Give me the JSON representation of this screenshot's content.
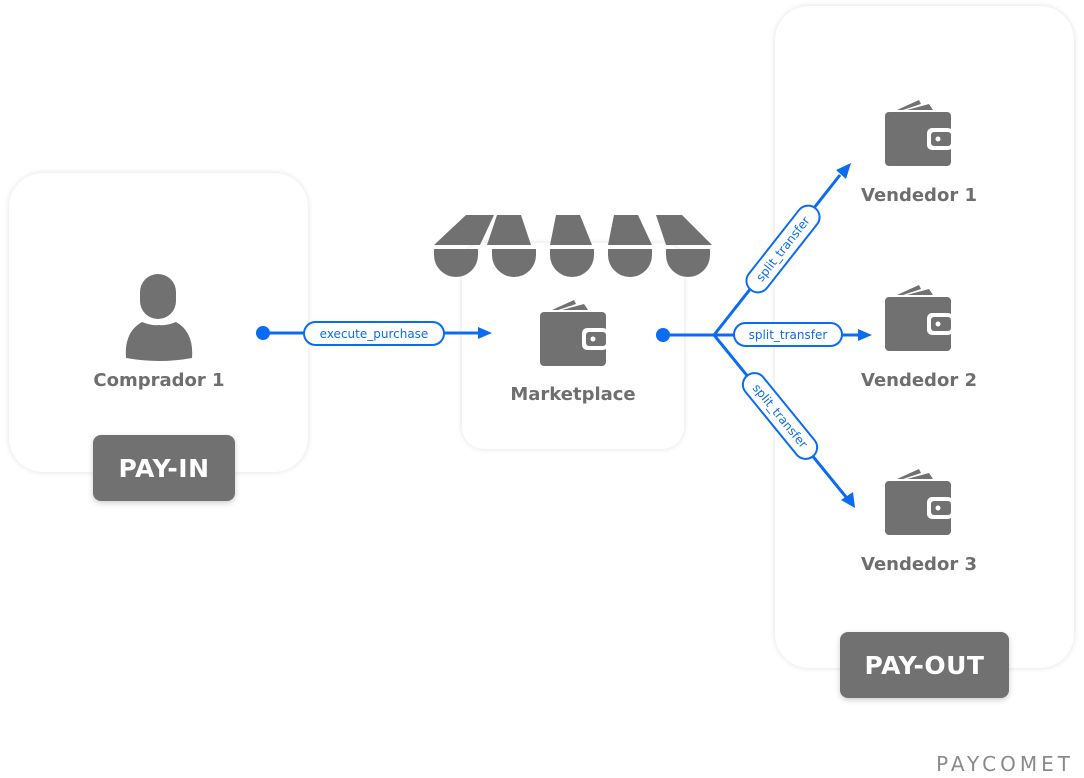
{
  "nodes": {
    "buyer": {
      "label": "Comprador 1",
      "icon": "user-icon"
    },
    "marketplace": {
      "label": "Marketplace",
      "icon": "wallet-icon"
    },
    "sellers": [
      {
        "label": "Vendedor 1",
        "icon": "wallet-icon"
      },
      {
        "label": "Vendedor 2",
        "icon": "wallet-icon"
      },
      {
        "label": "Vendedor 3",
        "icon": "wallet-icon"
      }
    ]
  },
  "groups": {
    "payin": "PAY-IN",
    "payout": "PAY-OUT"
  },
  "edges": {
    "purchase": "execute_purchase",
    "split1": "split_transfer",
    "split2": "split_transfer",
    "split3": "split_transfer"
  },
  "colors": {
    "flow": "#0a6cf0",
    "icon": "#717171"
  },
  "brand": "PAYCOMET"
}
